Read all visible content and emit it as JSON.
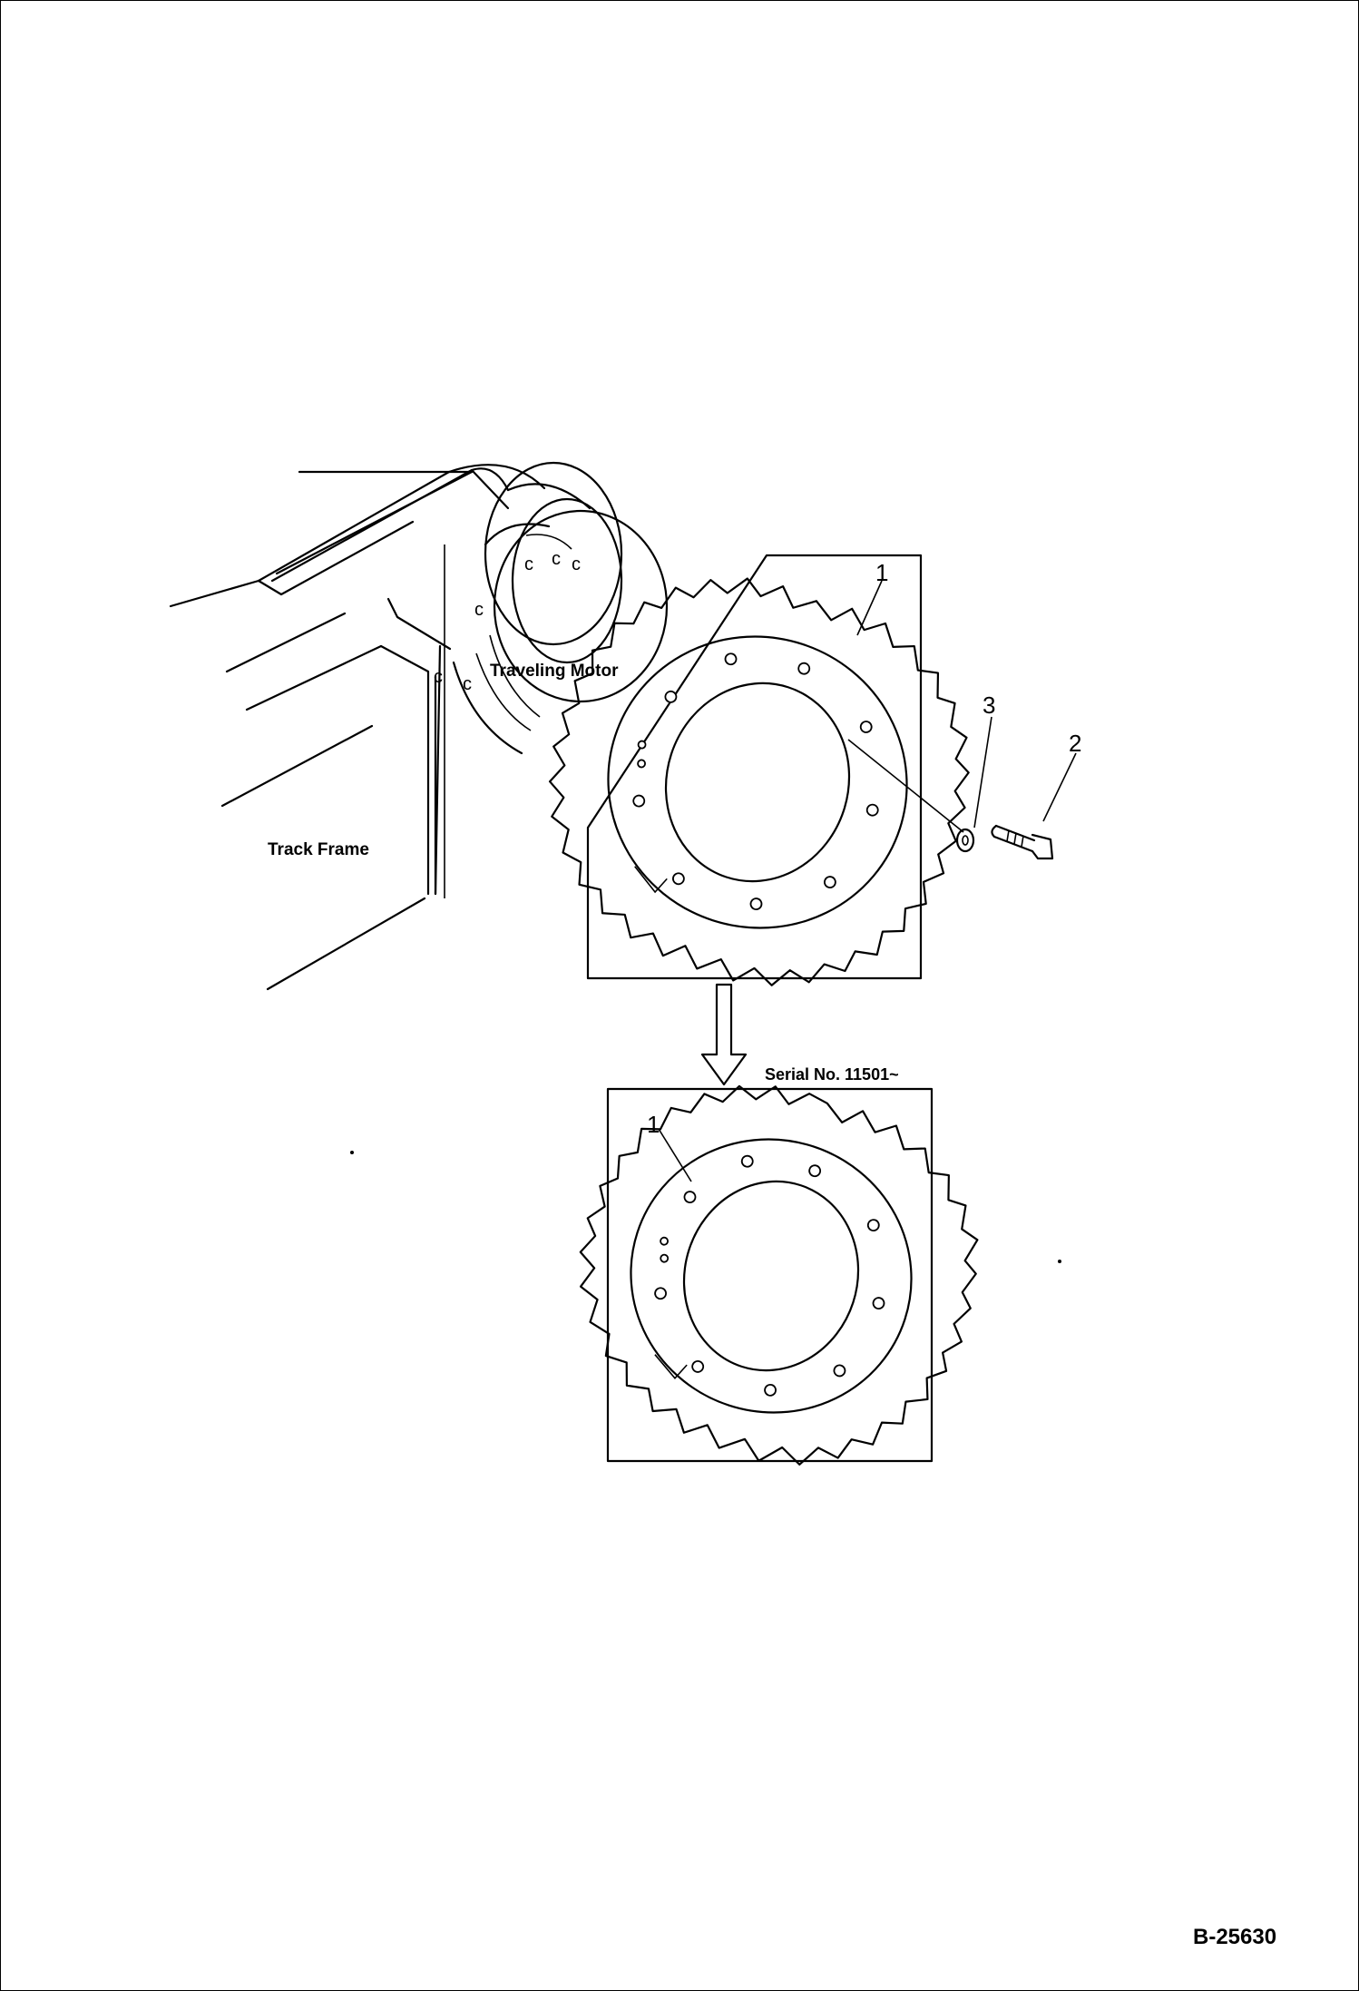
{
  "diagram": {
    "labels": {
      "track_frame": "Track Frame",
      "traveling_motor": "Traveling Motor",
      "serial_no": "Serial No. 11501~",
      "drawing_code": "B-25630"
    },
    "callouts": {
      "sprocket_upper": "1",
      "bolt": "2",
      "washer": "3",
      "sprocket_lower": "1"
    }
  }
}
